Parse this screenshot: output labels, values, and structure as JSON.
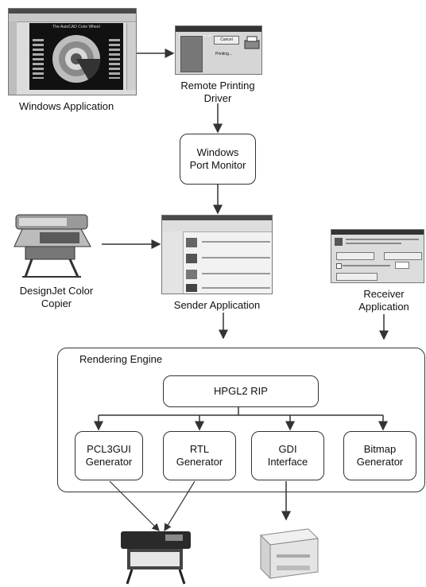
{
  "top": {
    "windows_application": "Windows Application",
    "remote_printing_driver": "Remote Printing\nDriver",
    "port_monitor": "Windows\nPort Monitor"
  },
  "middle": {
    "designjet_copier": "DesignJet Color\nCopier",
    "sender_application": "Sender Application",
    "receiver_application": "Receiver\nApplication"
  },
  "engine": {
    "title": "Rendering Engine",
    "rip": "HPGL2 RIP",
    "modules": [
      "PCL3GUI\nGenerator",
      "RTL\nGenerator",
      "GDI\nInterface",
      "Bitmap\nGenerator"
    ]
  },
  "screens": {
    "app_banner": "The AutoCAD Color Wheel",
    "driver_window_title": "Remote Printing for HP",
    "driver_cancel": "Cancel",
    "driver_status": "Printing..."
  },
  "icons": [
    "large-format-printer-icon",
    "laser-printer-icon",
    "designjet-copier-icon"
  ]
}
